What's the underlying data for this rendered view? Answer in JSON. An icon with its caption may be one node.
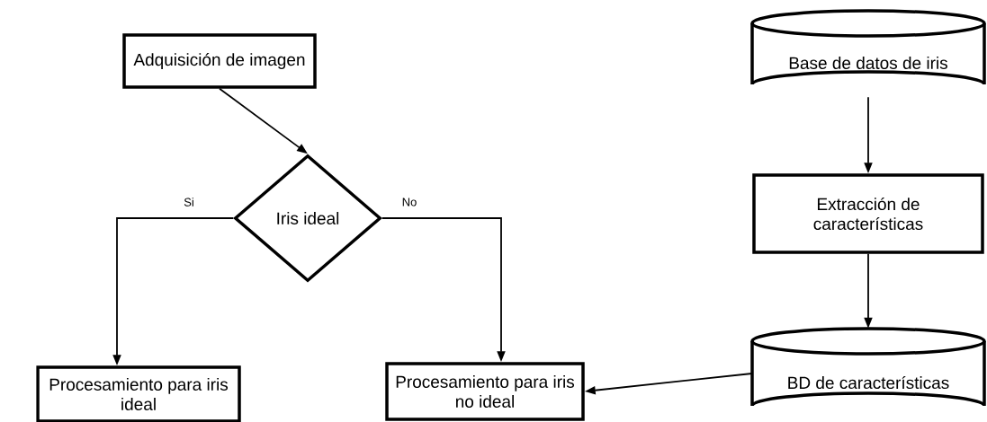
{
  "diagram": {
    "nodes": [
      {
        "text": [
          "Adquisición de imagen"
        ]
      },
      {
        "text": [
          "Iris ideal"
        ]
      },
      {
        "text": [
          "Procesamiento para iris ideal"
        ]
      },
      {
        "text": [
          "Procesamiento para iris no ideal"
        ]
      },
      {
        "text": [
          "Base de datos de iris"
        ]
      },
      {
        "text": [
          "Extracción de características"
        ]
      },
      {
        "text": [
          "BD de características"
        ]
      }
    ],
    "edges": [
      {
        "from": 0,
        "to": 1,
        "arrow": "to"
      },
      {
        "from": 1,
        "to": 2,
        "arrow": "to",
        "label": "Si"
      },
      {
        "from": 1,
        "to": 3,
        "arrow": "to",
        "label": "No"
      },
      {
        "from": 4,
        "to": 5,
        "arrow": "to"
      },
      {
        "from": 5,
        "to": 6,
        "arrow": "to"
      },
      {
        "from": 6,
        "to": 3,
        "arrow": "to"
      }
    ]
  }
}
